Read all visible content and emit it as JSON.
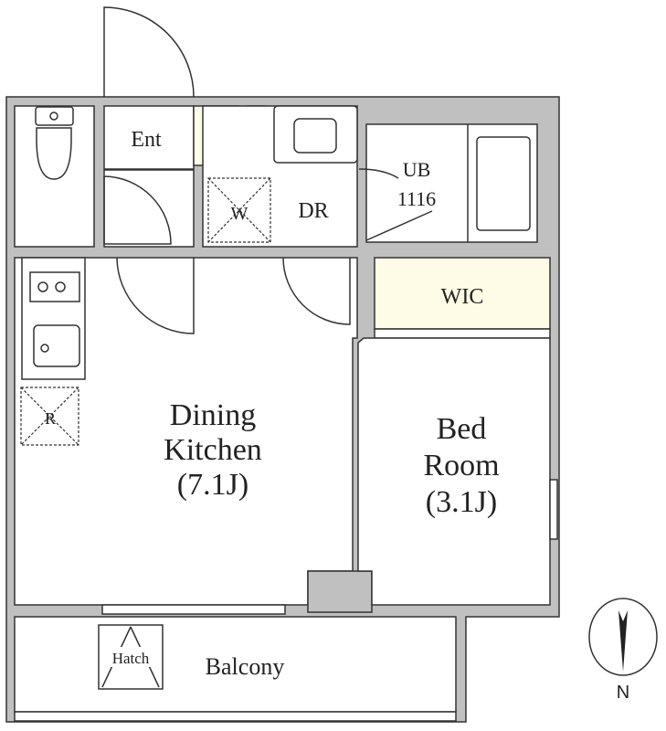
{
  "rooms": {
    "entrance": "Ent",
    "washer": "W",
    "dressing": "DR",
    "bath_line1": "UB",
    "bath_line2": "1116",
    "closet": "WIC",
    "dining_line1": "Dining",
    "dining_line2": "Kitchen",
    "dining_size": "(7.1J)",
    "bed_line1": "Bed",
    "bed_line2": "Room",
    "bed_size": "(3.1J)",
    "fridge": "R",
    "hatch": "Hatch",
    "balcony": "Balcony"
  },
  "compass": {
    "label": "N"
  },
  "colors": {
    "wall": "#c0c0c0",
    "storage": "#fefce6",
    "line": "#333333"
  }
}
